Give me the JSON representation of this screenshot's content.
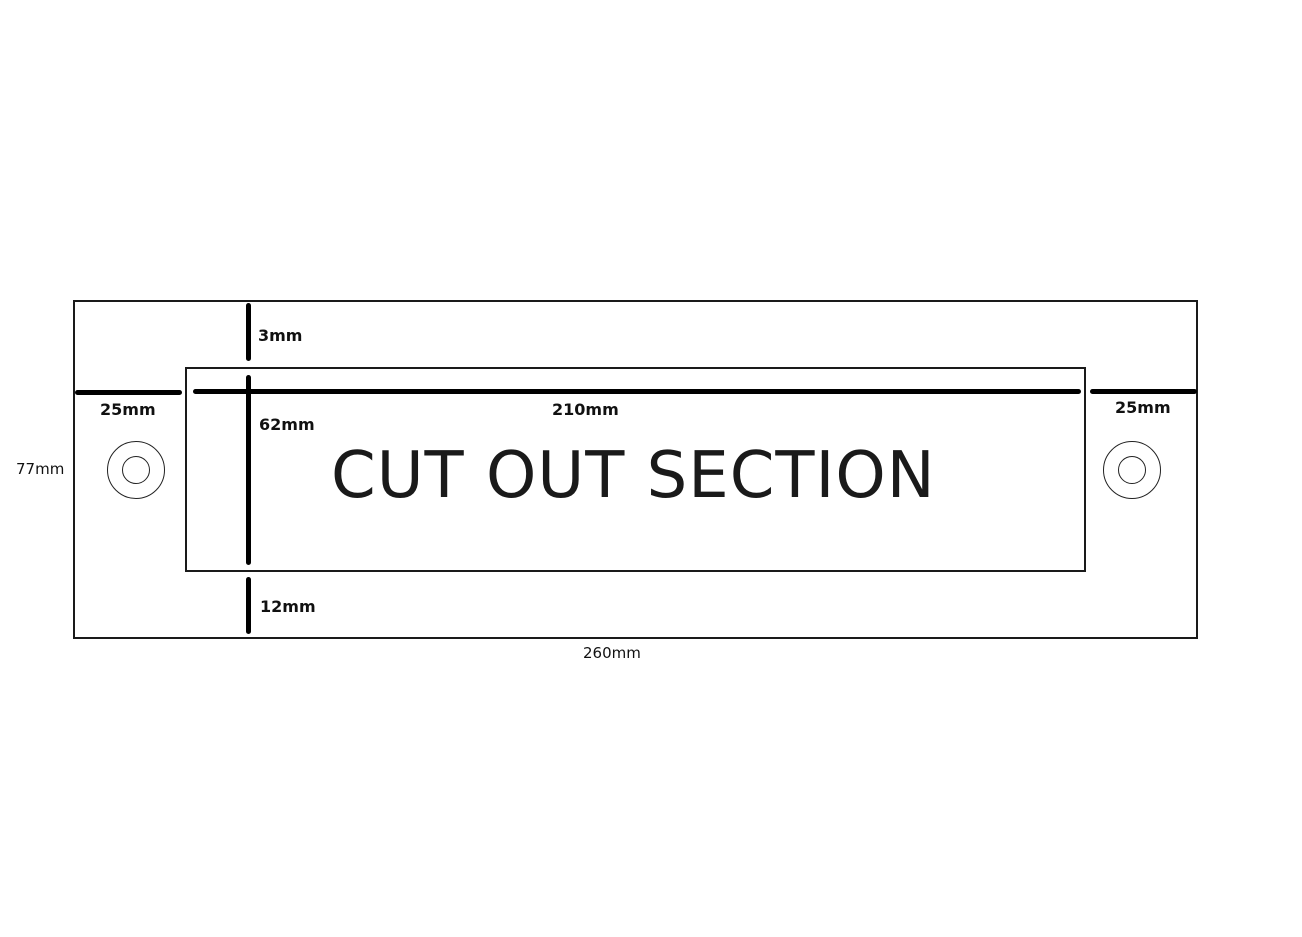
{
  "diagram": {
    "title_text": "CUT OUT SECTION",
    "dimensions": {
      "top_gap": "3mm",
      "left_margin": "25mm",
      "right_margin": "25mm",
      "cutout_width": "210mm",
      "cutout_height": "62mm",
      "bottom_gap": "12mm",
      "overall_height": "77mm",
      "overall_width": "260mm"
    },
    "mounting_holes": [
      {
        "position": "left"
      },
      {
        "position": "right"
      }
    ],
    "colors": {
      "line": "#000000",
      "background": "#ffffff"
    }
  }
}
